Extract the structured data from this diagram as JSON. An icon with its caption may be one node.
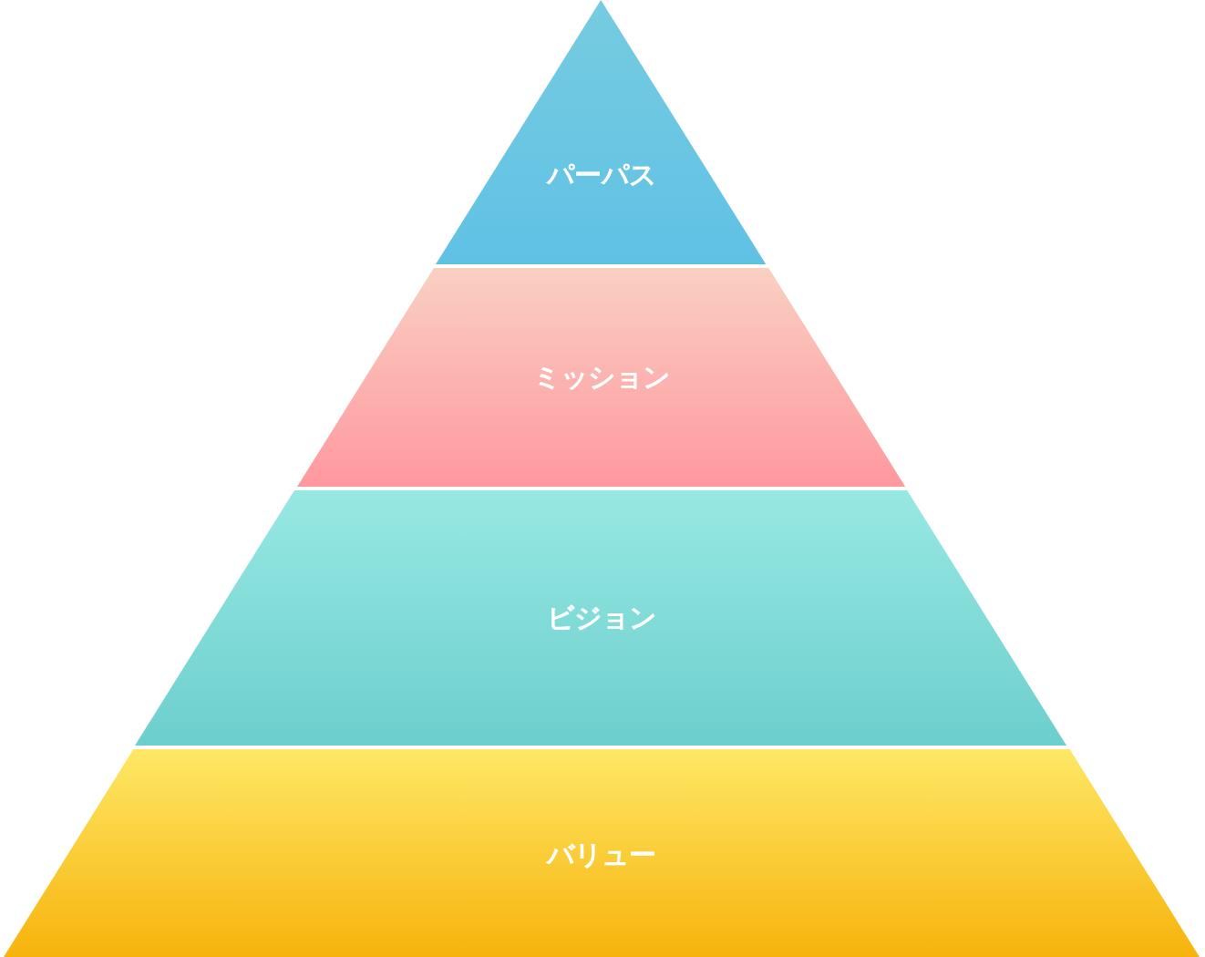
{
  "diagram": {
    "nodes": [
      {
        "text": [
          "パーパス"
        ]
      },
      {
        "text": [
          "ミッション"
        ]
      },
      {
        "text": [
          "ビジョン"
        ]
      },
      {
        "text": [
          "バリュー"
        ]
      }
    ]
  }
}
